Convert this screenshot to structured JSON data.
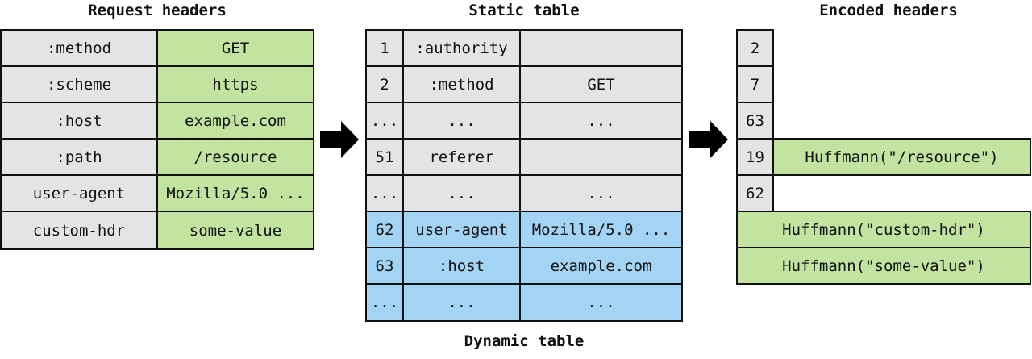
{
  "headings": {
    "request": "Request headers",
    "static": "Static table",
    "encoded": "Encoded headers",
    "dynamic": "Dynamic table"
  },
  "request_headers": [
    {
      "name": ":method",
      "value": "GET"
    },
    {
      "name": ":scheme",
      "value": "https"
    },
    {
      "name": ":host",
      "value": "example.com"
    },
    {
      "name": ":path",
      "value": "/resource"
    },
    {
      "name": "user-agent",
      "value": "Mozilla/5.0 ..."
    },
    {
      "name": "custom-hdr",
      "value": "some-value"
    }
  ],
  "static_table": [
    {
      "index": "1",
      "name": ":authority",
      "value": ""
    },
    {
      "index": "2",
      "name": ":method",
      "value": "GET"
    },
    {
      "index": "...",
      "name": "...",
      "value": "..."
    },
    {
      "index": "51",
      "name": "referer",
      "value": ""
    },
    {
      "index": "...",
      "name": "...",
      "value": "..."
    }
  ],
  "dynamic_table": [
    {
      "index": "62",
      "name": "user-agent",
      "value": "Mozilla/5.0 ..."
    },
    {
      "index": "63",
      "name": ":host",
      "value": "example.com"
    },
    {
      "index": "...",
      "name": "...",
      "value": "..."
    }
  ],
  "encoded_headers": [
    {
      "index": "2",
      "literal": ""
    },
    {
      "index": "7",
      "literal": ""
    },
    {
      "index": "63",
      "literal": ""
    },
    {
      "index": "19",
      "literal": "Huffmann(\"/resource\")"
    },
    {
      "index": "62",
      "literal": ""
    },
    {
      "index": "",
      "literal": "Huffmann(\"custom-hdr\")"
    },
    {
      "index": "",
      "literal": "Huffmann(\"some-value\")"
    }
  ],
  "colors": {
    "name_cell": "#e4e4e4",
    "value_cell": "#c2e4a0",
    "dynamic_cell": "#a4d4f4",
    "border": "#111111"
  }
}
